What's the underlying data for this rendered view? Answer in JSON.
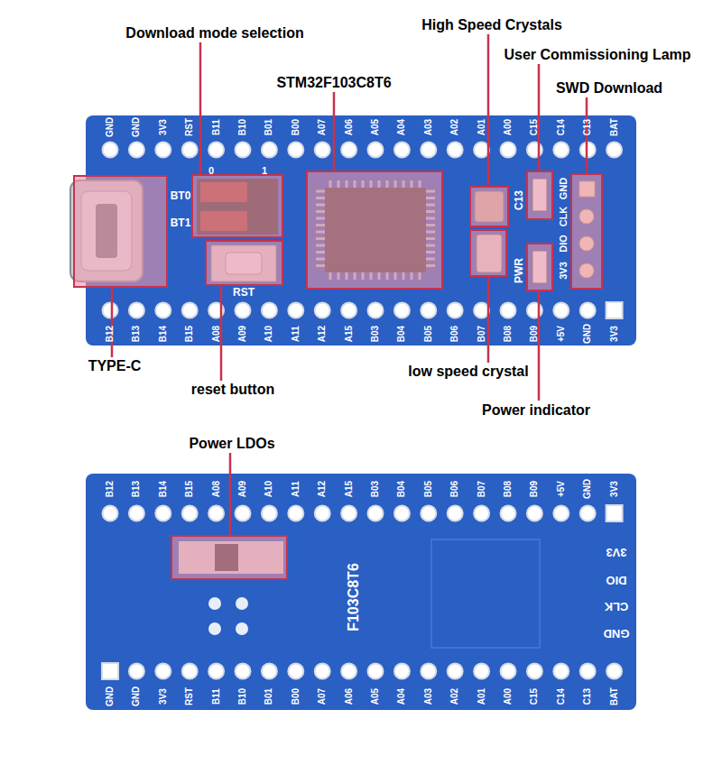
{
  "diagram": {
    "labels": [
      "GND",
      "GND",
      "3V3",
      "RST",
      "B11",
      "B10",
      "B01",
      "B00",
      "A07",
      "A06",
      "A05",
      "A04",
      "A03",
      "A02",
      "A01",
      "A00",
      "C15",
      "C14",
      "C13",
      "BAT",
      "B12",
      "B13",
      "B14",
      "B15",
      "A08",
      "A09",
      "A10",
      "A11",
      "A12",
      "A15",
      "B03",
      "B04",
      "B05",
      "B06",
      "B07",
      "B08",
      "B09",
      "+5V",
      "GND",
      "3V3",
      "B12",
      "B13",
      "B14",
      "B15",
      "A08",
      "A09",
      "A10",
      "A11",
      "A12",
      "A15",
      "B03",
      "B04",
      "B05",
      "B06",
      "B07",
      "B08",
      "B09",
      "+5V",
      "GND",
      "3V3",
      "GND",
      "GND",
      "3V3",
      "RST",
      "B11",
      "B10",
      "B01",
      "B00",
      "A07",
      "A06",
      "A05",
      "A04",
      "A03",
      "A02",
      "A01",
      "A00",
      "C15",
      "C14",
      "C13",
      "BAT",
      "Download mode selection",
      "STM32F103C8T6",
      "High Speed Crystals",
      "User Commissioning Lamp",
      "SWD Download",
      "TYPE-C",
      "reset button",
      "low speed crystal",
      "Power indicator",
      "Power LDOs",
      "BT0",
      "BT1",
      "0",
      "1",
      "RST",
      "C13",
      "PWR",
      "GND",
      "CLK",
      "DIO",
      "3V3",
      "3V3",
      "DIO",
      "CLK",
      "GND",
      "F103C8T6"
    ]
  }
}
